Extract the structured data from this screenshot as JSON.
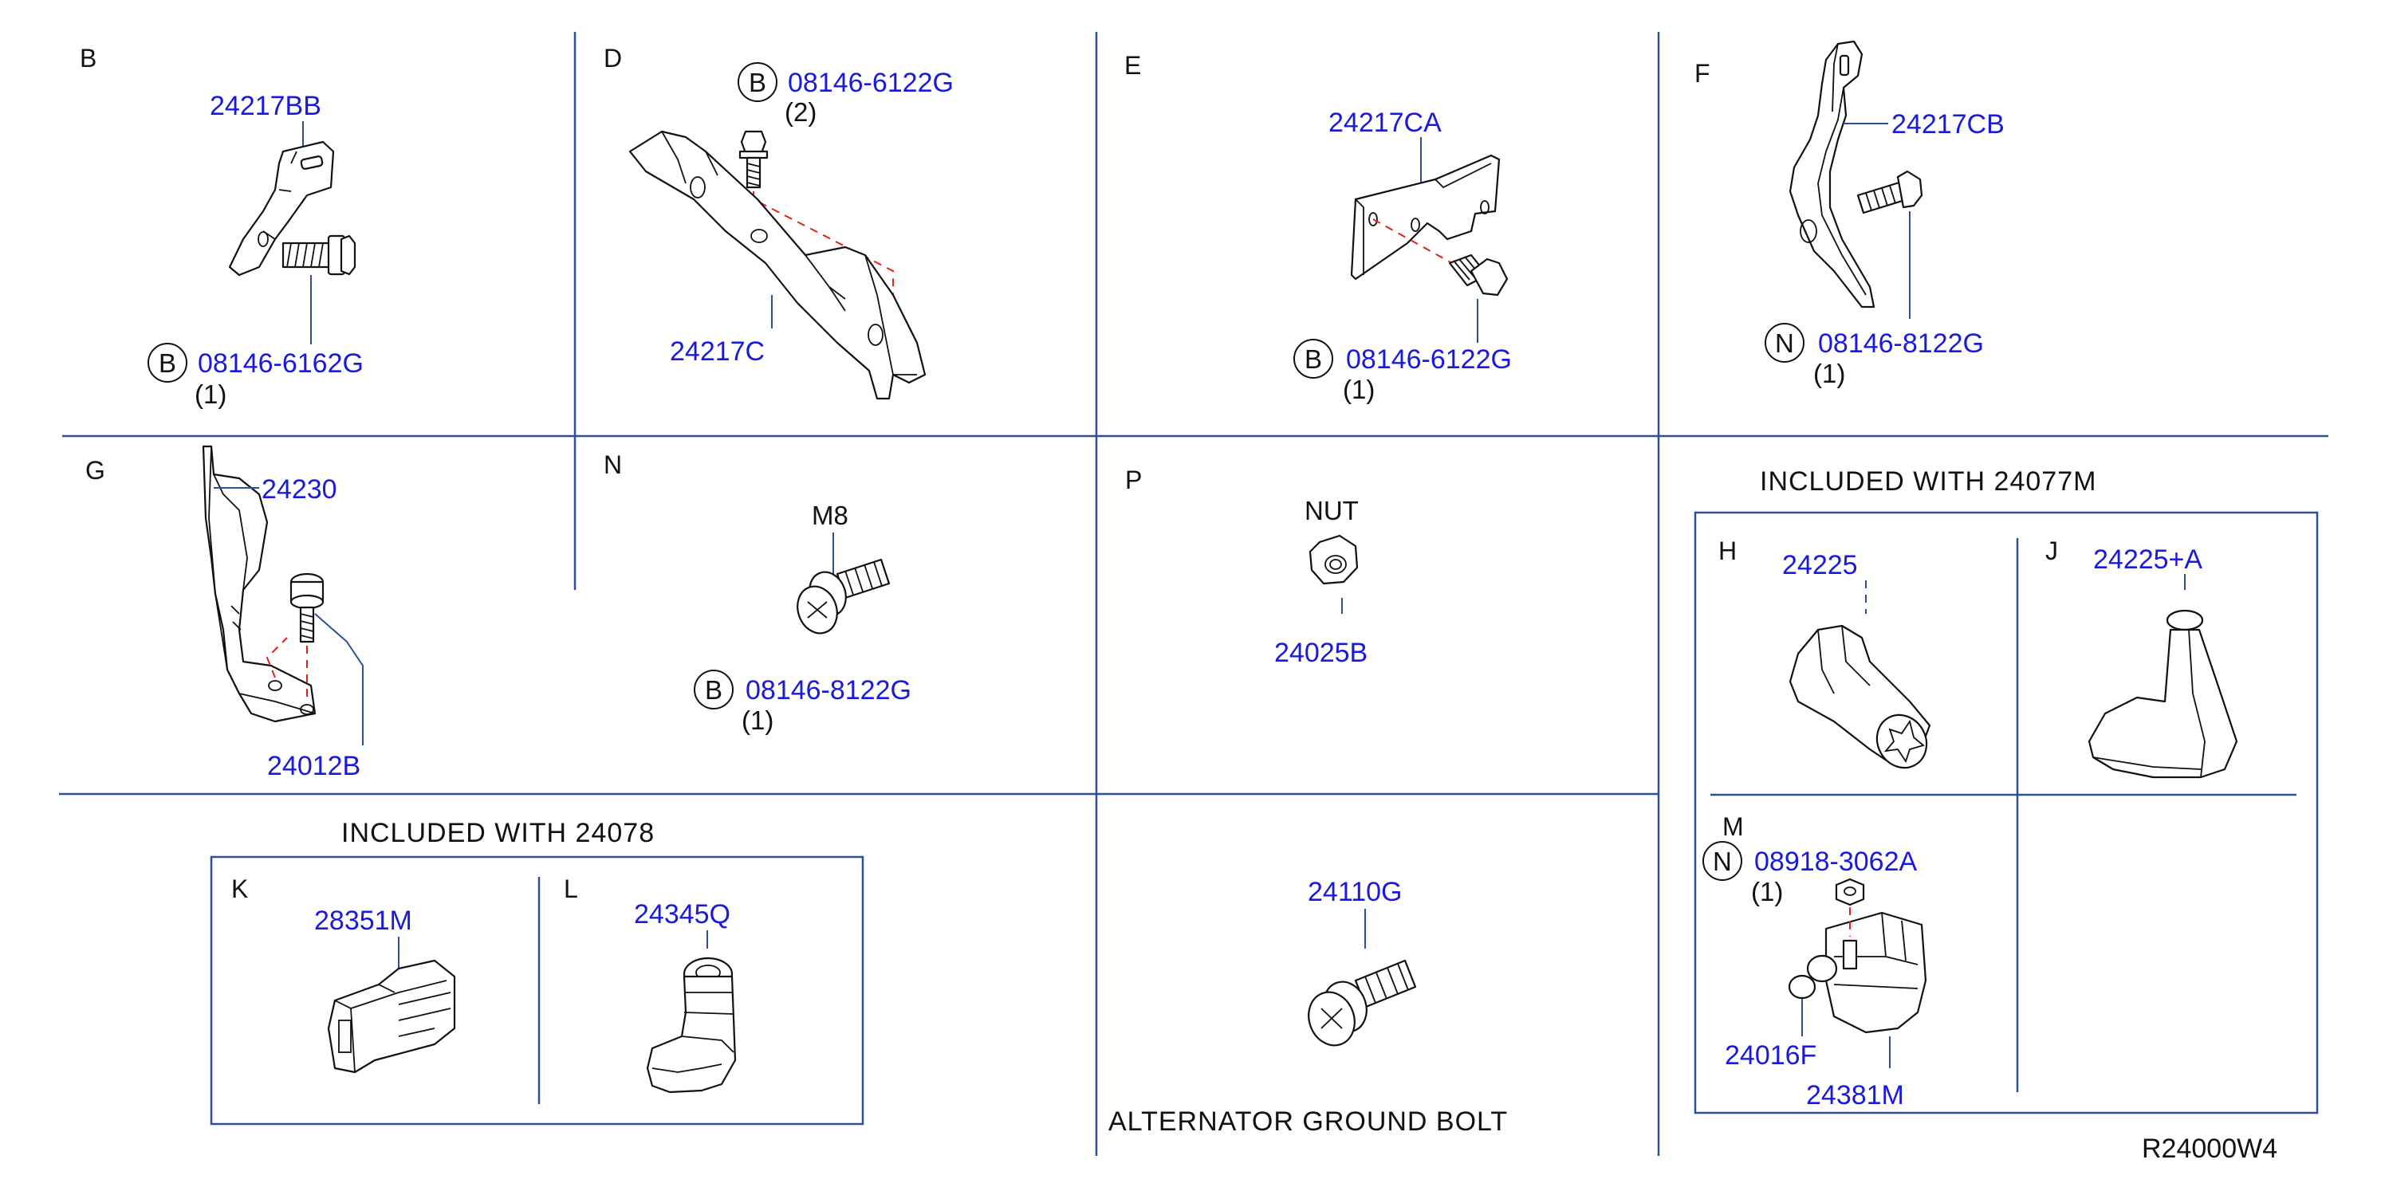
{
  "panels": {
    "B": {
      "letter": "B",
      "part": "24217BB",
      "bolt_mark": "B",
      "bolt": "08146-6162G",
      "qty": "(1)"
    },
    "D": {
      "letter": "D",
      "bolt_mark": "B",
      "bolt": "08146-6122G",
      "qty": "(2)",
      "part": "24217C"
    },
    "E": {
      "letter": "E",
      "part": "24217CA",
      "bolt_mark": "B",
      "bolt": "08146-6122G",
      "qty": "(1)"
    },
    "F": {
      "letter": "F",
      "part": "24217CB",
      "bolt_mark": "N",
      "bolt": "08146-8122G",
      "qty": "(1)"
    },
    "G": {
      "letter": "G",
      "part_top": "24230",
      "part_bottom": "24012B"
    },
    "N": {
      "letter": "N",
      "size": "M8",
      "bolt_mark": "B",
      "bolt": "08146-8122G",
      "qty": "(1)"
    },
    "P": {
      "letter": "P",
      "name": "NUT",
      "part": "24025B"
    },
    "group_24077M": {
      "caption": "INCLUDED   WITH   24077M",
      "H": {
        "letter": "H",
        "part": "24225"
      },
      "J": {
        "letter": "J",
        "part": "24225+A"
      },
      "M": {
        "letter": "M",
        "bolt_mark": "N",
        "bolt": "08918-3062A",
        "qty": "(1)",
        "part_a": "24016F",
        "part_b": "24381M"
      }
    },
    "group_24078": {
      "caption": "INCLUDED   WITH   24078",
      "K": {
        "letter": "K",
        "part": "28351M"
      },
      "L": {
        "letter": "L",
        "part": "24345Q"
      }
    },
    "alternator": {
      "part": "24110G",
      "caption": "ALTERNATOR   GROUND   BOLT"
    }
  },
  "diagram_code": "R24000W4",
  "colors": {
    "part_number": "#1a1adf",
    "grid_lines": "#2b4f9a",
    "hidden_lines": "#e0201a",
    "text": "#111111"
  }
}
